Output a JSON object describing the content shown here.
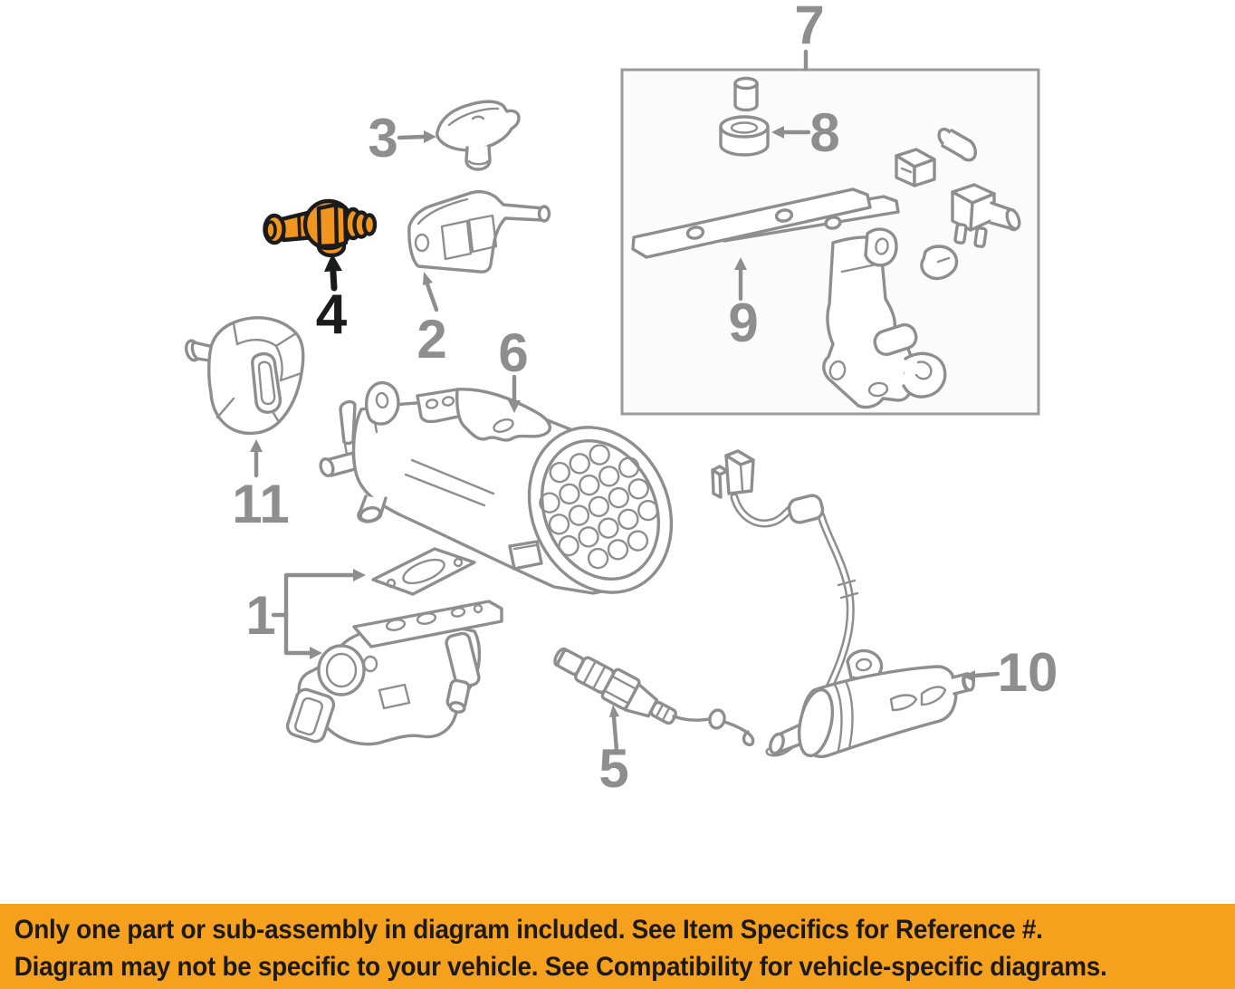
{
  "colors": {
    "bg": "#ffffff",
    "line": "#8e8e8e",
    "box-line": "#9a9a9a",
    "highlight": "#f0961e",
    "highlight-outline": "#1b1b1b",
    "banner-bg": "#f6a11e",
    "banner-text": "#1d1a15"
  },
  "diagram": {
    "type": "oem-parts-exploded-diagram",
    "highlighted_callout": "4",
    "callouts": [
      {
        "num": "1"
      },
      {
        "num": "2"
      },
      {
        "num": "3"
      },
      {
        "num": "4"
      },
      {
        "num": "5"
      },
      {
        "num": "6"
      },
      {
        "num": "7"
      },
      {
        "num": "8"
      },
      {
        "num": "9"
      },
      {
        "num": "10"
      },
      {
        "num": "11"
      }
    ]
  },
  "banner": {
    "line1": "Only one part or sub-assembly in diagram included. See Item Specifics for Reference #.",
    "line2": "Diagram may not be specific to your vehicle. See Compatibility for vehicle-specific diagrams."
  }
}
